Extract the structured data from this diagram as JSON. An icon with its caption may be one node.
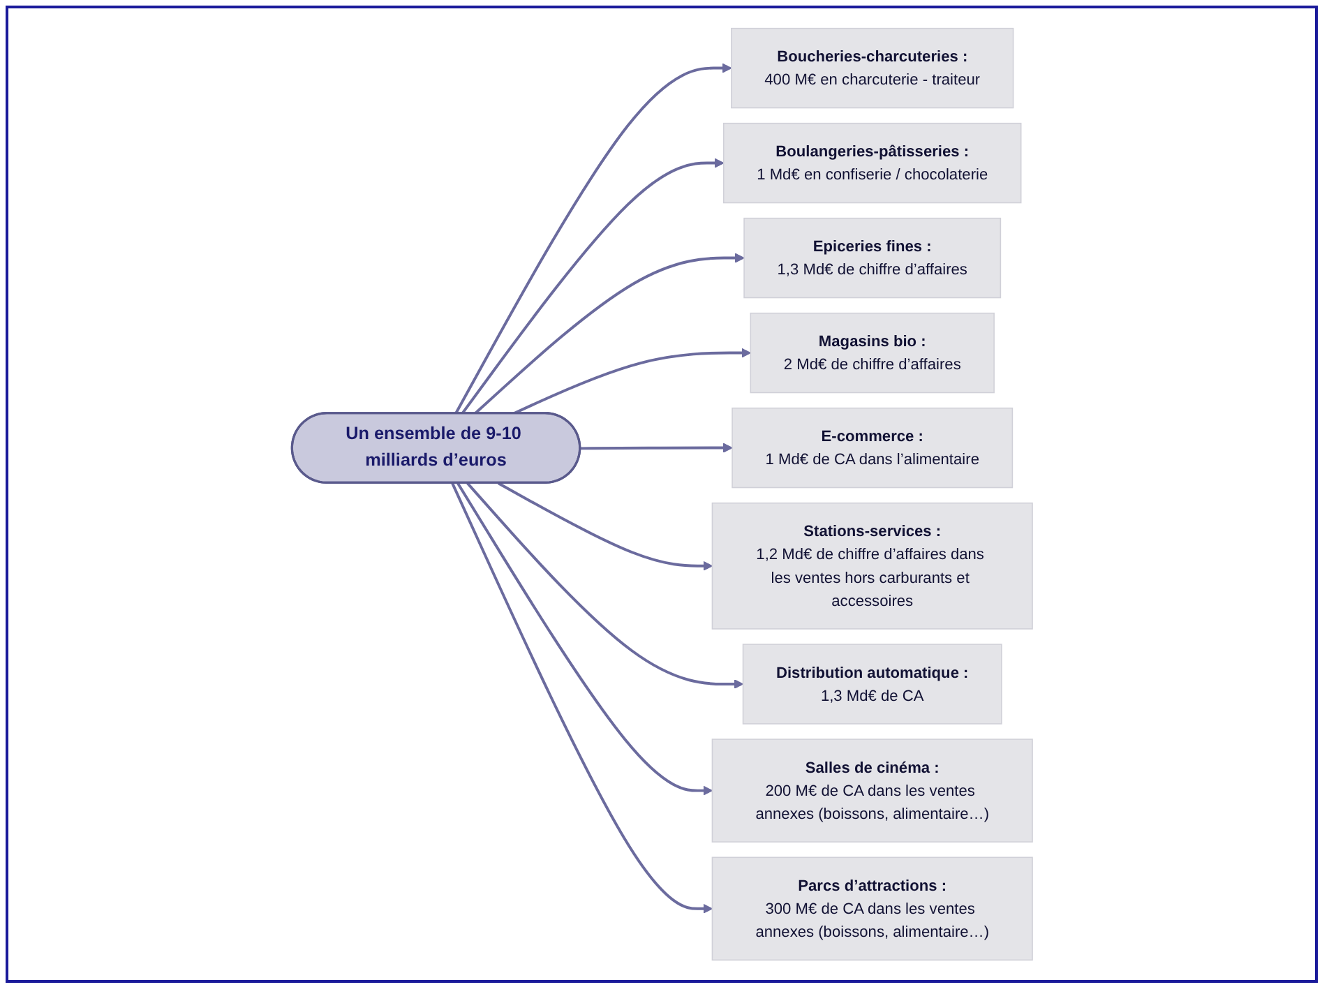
{
  "diagram": {
    "nodes": [
      {
        "text": [
          "Un ensemble de 9-10 milliards d’euros"
        ]
      },
      {
        "text": [
          "Boucheries-charcuteries :",
          "400 M€ en charcuterie - traiteur"
        ]
      },
      {
        "text": [
          "Boulangeries-pâtisseries :",
          "1 Md€ en confiserie / chocolaterie"
        ]
      },
      {
        "text": [
          "Epiceries fines :",
          "1,3 Md€ de chiffre d’affaires"
        ]
      },
      {
        "text": [
          "Magasins bio :",
          "2 Md€ de chiffre d’affaires"
        ]
      },
      {
        "text": [
          "E-commerce :",
          "1 Md€ de CA dans l’alimentaire"
        ]
      },
      {
        "text": [
          "Stations-services :",
          "1,2 Md€ de chiffre d’affaires dans les ventes hors carburants et accessoires"
        ]
      },
      {
        "text": [
          "Distribution automatique :",
          "1,3 Md€ de CA"
        ]
      },
      {
        "text": [
          "Salles de cinéma :",
          "200 M€ de CA dans les ventes annexes (boissons, alimentaire…)"
        ]
      },
      {
        "text": [
          "Parcs d’attractions :",
          "300 M€ de CA dans les ventes annexes (boissons, alimentaire…)"
        ]
      }
    ],
    "edges": [
      {
        "from": 0,
        "to": 1,
        "arrow": "to"
      },
      {
        "from": 0,
        "to": 2,
        "arrow": "to"
      },
      {
        "from": 0,
        "to": 3,
        "arrow": "to"
      },
      {
        "from": 0,
        "to": 4,
        "arrow": "to"
      },
      {
        "from": 0,
        "to": 5,
        "arrow": "to"
      },
      {
        "from": 0,
        "to": 6,
        "arrow": "to"
      },
      {
        "from": 0,
        "to": 7,
        "arrow": "to"
      },
      {
        "from": 0,
        "to": 8,
        "arrow": "to"
      },
      {
        "from": 0,
        "to": 9,
        "arrow": "to"
      }
    ]
  }
}
